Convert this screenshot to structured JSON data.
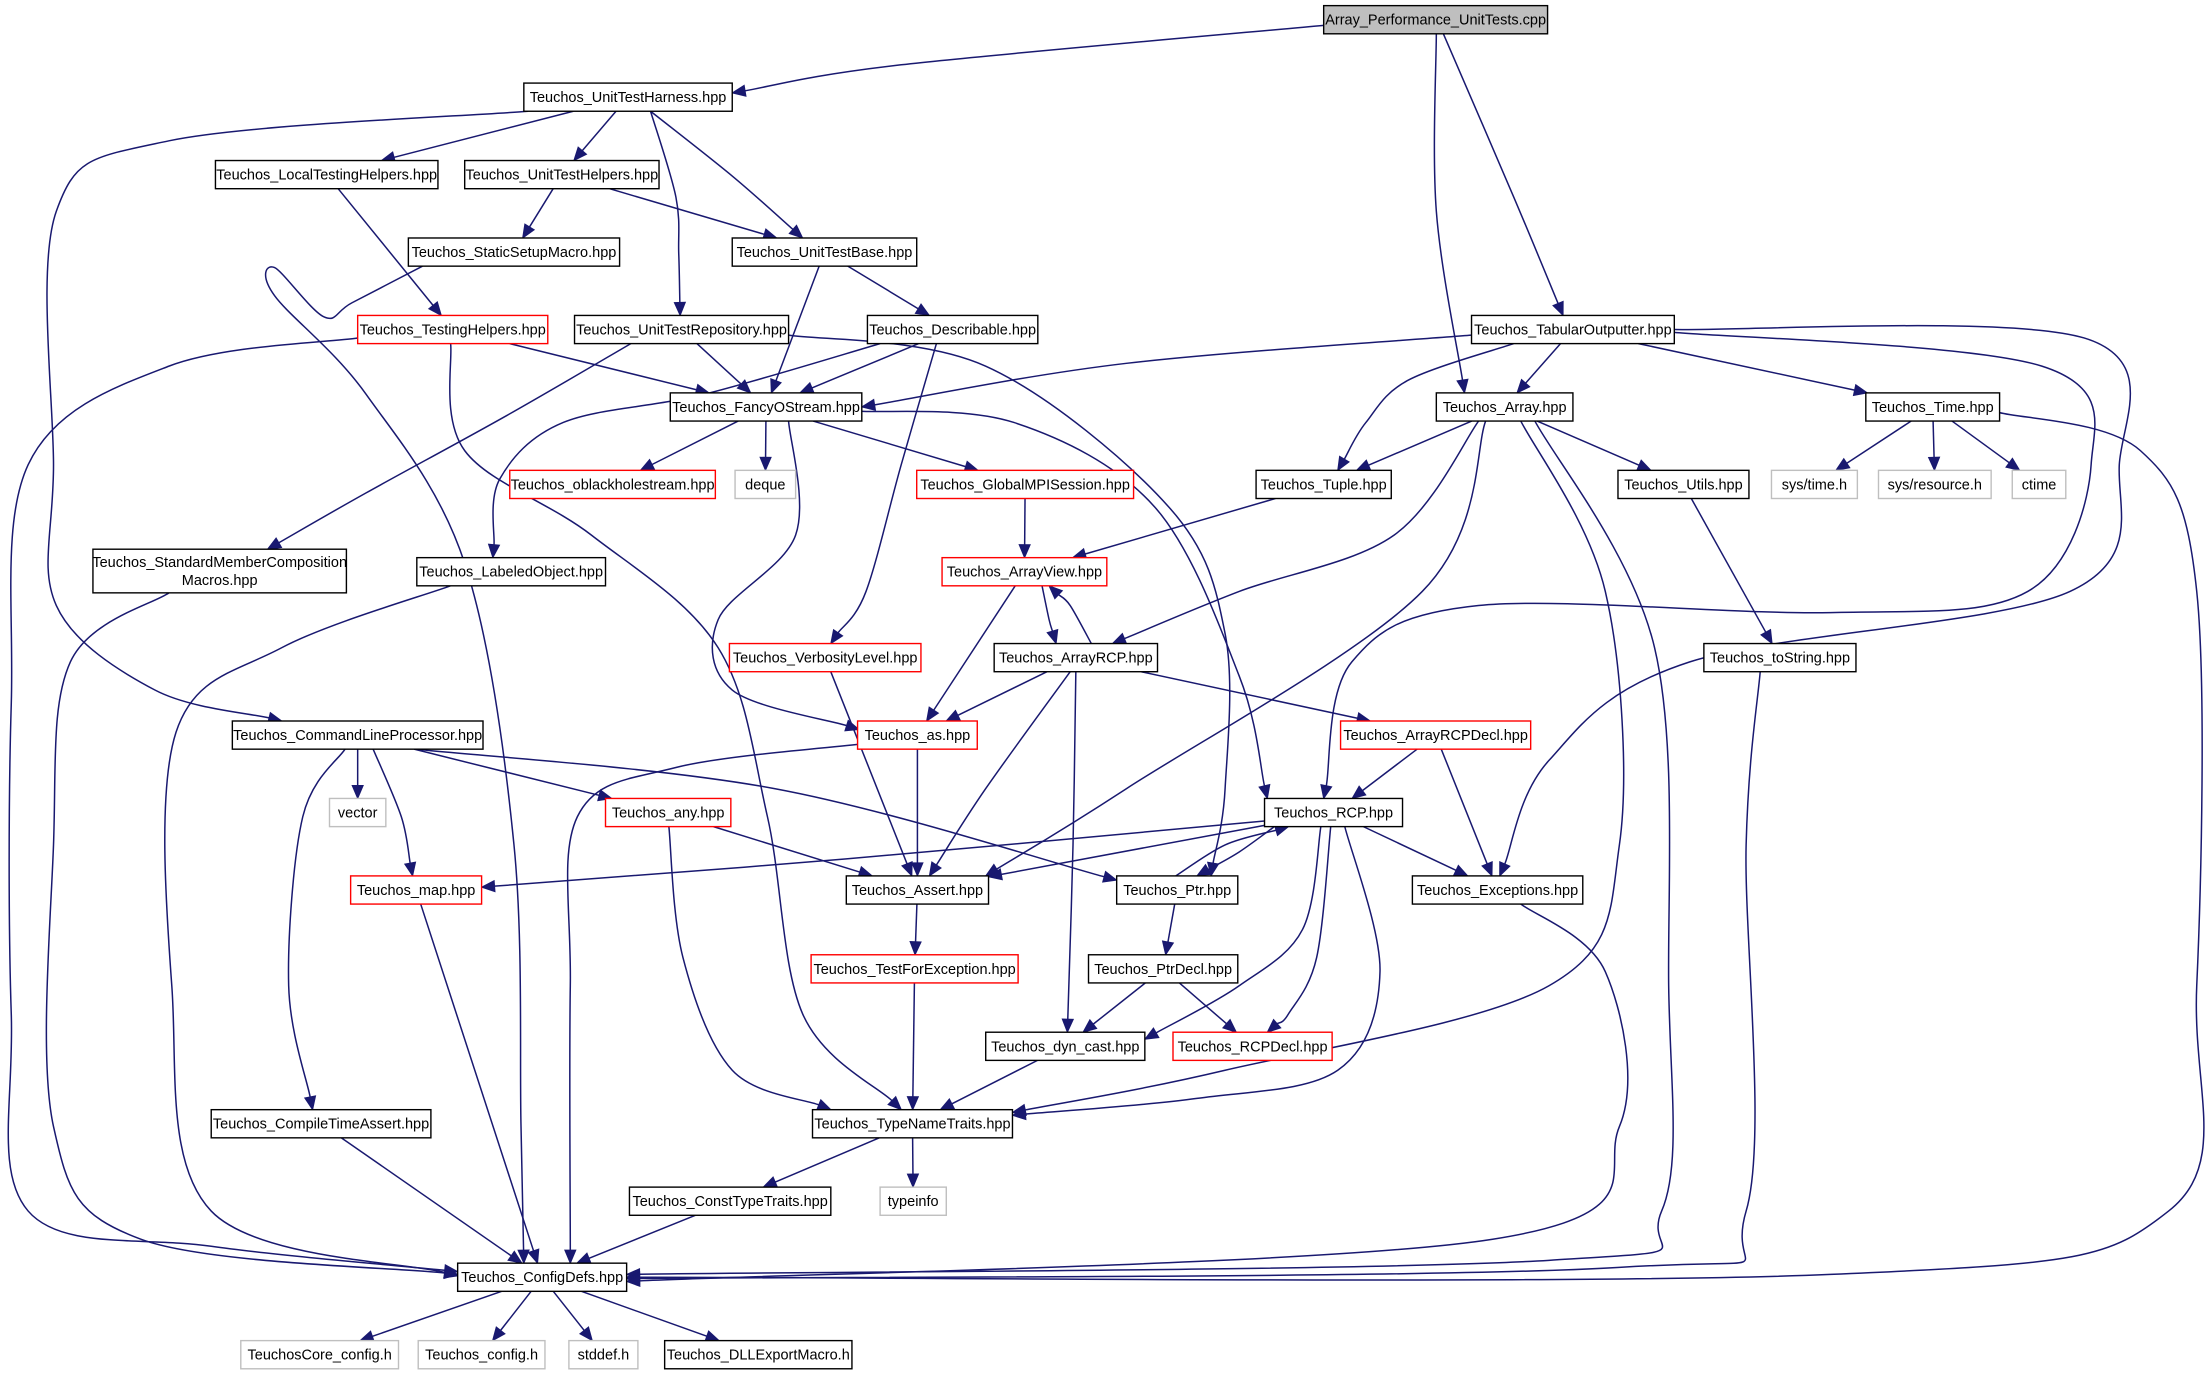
{
  "colors": {
    "edge": "#191970",
    "root_fill": "#bfbfbf",
    "normal_border": "#000000",
    "truncated_border": "#ff0000",
    "external_border": "#bfbfbf",
    "external_text": "#000000",
    "fill": "#ffffff"
  },
  "nodes": [
    {
      "id": "root",
      "label": "Array_Performance_UnitTests.cpp",
      "kind": "root"
    },
    {
      "id": "harness",
      "label": "Teuchos_UnitTestHarness.hpp",
      "kind": "normal"
    },
    {
      "id": "localtest",
      "label": "Teuchos_LocalTestingHelpers.hpp",
      "kind": "normal"
    },
    {
      "id": "uthelpers",
      "label": "Teuchos_UnitTestHelpers.hpp",
      "kind": "normal"
    },
    {
      "id": "staticsetup",
      "label": "Teuchos_StaticSetupMacro.hpp",
      "kind": "normal"
    },
    {
      "id": "utbase",
      "label": "Teuchos_UnitTestBase.hpp",
      "kind": "normal"
    },
    {
      "id": "testinghelpers",
      "label": "Teuchos_TestingHelpers.hpp",
      "kind": "truncated"
    },
    {
      "id": "utrepo",
      "label": "Teuchos_UnitTestRepository.hpp",
      "kind": "normal"
    },
    {
      "id": "describable",
      "label": "Teuchos_Describable.hpp",
      "kind": "normal"
    },
    {
      "id": "tabular",
      "label": "Teuchos_TabularOutputter.hpp",
      "kind": "normal"
    },
    {
      "id": "fancy",
      "label": "Teuchos_FancyOStream.hpp",
      "kind": "normal"
    },
    {
      "id": "array",
      "label": "Teuchos_Array.hpp",
      "kind": "normal"
    },
    {
      "id": "time",
      "label": "Teuchos_Time.hpp",
      "kind": "normal"
    },
    {
      "id": "oblack",
      "label": "Teuchos_oblackholestream.hpp",
      "kind": "truncated"
    },
    {
      "id": "deque",
      "label": "deque",
      "kind": "external"
    },
    {
      "id": "globalmpi",
      "label": "Teuchos_GlobalMPISession.hpp",
      "kind": "truncated"
    },
    {
      "id": "tuple",
      "label": "Teuchos_Tuple.hpp",
      "kind": "normal"
    },
    {
      "id": "utils",
      "label": "Teuchos_Utils.hpp",
      "kind": "normal"
    },
    {
      "id": "systime",
      "label": "sys/time.h",
      "kind": "external"
    },
    {
      "id": "sysres",
      "label": "sys/resource.h",
      "kind": "external"
    },
    {
      "id": "ctime",
      "label": "ctime",
      "kind": "external"
    },
    {
      "id": "stdmember",
      "label": "Teuchos_StandardMemberComposition\nMacros.hpp",
      "kind": "normal"
    },
    {
      "id": "labeled",
      "label": "Teuchos_LabeledObject.hpp",
      "kind": "normal"
    },
    {
      "id": "arrayview",
      "label": "Teuchos_ArrayView.hpp",
      "kind": "truncated"
    },
    {
      "id": "verbosity",
      "label": "Teuchos_VerbosityLevel.hpp",
      "kind": "truncated"
    },
    {
      "id": "arrayrcp",
      "label": "Teuchos_ArrayRCP.hpp",
      "kind": "normal"
    },
    {
      "id": "tostring",
      "label": "Teuchos_toString.hpp",
      "kind": "normal"
    },
    {
      "id": "clp",
      "label": "Teuchos_CommandLineProcessor.hpp",
      "kind": "normal"
    },
    {
      "id": "as",
      "label": "Teuchos_as.hpp",
      "kind": "truncated"
    },
    {
      "id": "arrayrcpdecl",
      "label": "Teuchos_ArrayRCPDecl.hpp",
      "kind": "truncated"
    },
    {
      "id": "vector",
      "label": "vector",
      "kind": "external"
    },
    {
      "id": "any",
      "label": "Teuchos_any.hpp",
      "kind": "truncated"
    },
    {
      "id": "rcp",
      "label": "Teuchos_RCP.hpp",
      "kind": "normal"
    },
    {
      "id": "map",
      "label": "Teuchos_map.hpp",
      "kind": "truncated"
    },
    {
      "id": "assert",
      "label": "Teuchos_Assert.hpp",
      "kind": "normal"
    },
    {
      "id": "ptr",
      "label": "Teuchos_Ptr.hpp",
      "kind": "normal"
    },
    {
      "id": "exceptions",
      "label": "Teuchos_Exceptions.hpp",
      "kind": "normal"
    },
    {
      "id": "testforexc",
      "label": "Teuchos_TestForException.hpp",
      "kind": "truncated"
    },
    {
      "id": "ptrdecl",
      "label": "Teuchos_PtrDecl.hpp",
      "kind": "normal"
    },
    {
      "id": "dyncast",
      "label": "Teuchos_dyn_cast.hpp",
      "kind": "normal"
    },
    {
      "id": "rcpdecl",
      "label": "Teuchos_RCPDecl.hpp",
      "kind": "truncated"
    },
    {
      "id": "compiletime",
      "label": "Teuchos_CompileTimeAssert.hpp",
      "kind": "normal"
    },
    {
      "id": "typename",
      "label": "Teuchos_TypeNameTraits.hpp",
      "kind": "normal"
    },
    {
      "id": "consttype",
      "label": "Teuchos_ConstTypeTraits.hpp",
      "kind": "normal"
    },
    {
      "id": "typeinfo",
      "label": "typeinfo",
      "kind": "external"
    },
    {
      "id": "configdefs",
      "label": "Teuchos_ConfigDefs.hpp",
      "kind": "normal"
    },
    {
      "id": "coreconfig",
      "label": "TeuchosCore_config.h",
      "kind": "external"
    },
    {
      "id": "tconfig",
      "label": "Teuchos_config.h",
      "kind": "external"
    },
    {
      "id": "stddef",
      "label": "stddef.h",
      "kind": "external"
    },
    {
      "id": "dllexport",
      "label": "Teuchos_DLLExportMacro.h",
      "kind": "normal"
    }
  ],
  "edges": [
    [
      "root",
      "harness"
    ],
    [
      "root",
      "array"
    ],
    [
      "root",
      "tabular"
    ],
    [
      "harness",
      "localtest"
    ],
    [
      "harness",
      "uthelpers"
    ],
    [
      "harness",
      "utbase"
    ],
    [
      "harness",
      "utrepo"
    ],
    [
      "harness",
      "clp"
    ],
    [
      "localtest",
      "testinghelpers"
    ],
    [
      "uthelpers",
      "staticsetup"
    ],
    [
      "uthelpers",
      "utbase"
    ],
    [
      "staticsetup",
      "configdefs"
    ],
    [
      "utbase",
      "fancy"
    ],
    [
      "utbase",
      "describable"
    ],
    [
      "testinghelpers",
      "fancy"
    ],
    [
      "testinghelpers",
      "typename"
    ],
    [
      "testinghelpers",
      "configdefs"
    ],
    [
      "utrepo",
      "fancy"
    ],
    [
      "utrepo",
      "stdmember"
    ],
    [
      "utrepo",
      "rcp"
    ],
    [
      "describable",
      "fancy"
    ],
    [
      "describable",
      "labeled"
    ],
    [
      "describable",
      "verbosity"
    ],
    [
      "tabular",
      "fancy"
    ],
    [
      "tabular",
      "array"
    ],
    [
      "tabular",
      "time"
    ],
    [
      "tabular",
      "tuple"
    ],
    [
      "tabular",
      "rcp"
    ],
    [
      "tabular",
      "exceptions"
    ],
    [
      "fancy",
      "oblack"
    ],
    [
      "fancy",
      "deque"
    ],
    [
      "fancy",
      "globalmpi"
    ],
    [
      "fancy",
      "as"
    ],
    [
      "fancy",
      "ptr"
    ],
    [
      "array",
      "tuple"
    ],
    [
      "array",
      "utils"
    ],
    [
      "array",
      "arrayrcp"
    ],
    [
      "array",
      "assert"
    ],
    [
      "array",
      "typename"
    ],
    [
      "array",
      "configdefs"
    ],
    [
      "time",
      "systime"
    ],
    [
      "time",
      "sysres"
    ],
    [
      "time",
      "ctime"
    ],
    [
      "time",
      "configdefs"
    ],
    [
      "globalmpi",
      "arrayview"
    ],
    [
      "tuple",
      "arrayview"
    ],
    [
      "utils",
      "tostring"
    ],
    [
      "stdmember",
      "configdefs"
    ],
    [
      "labeled",
      "configdefs"
    ],
    [
      "arrayview",
      "arrayrcp"
    ],
    [
      "arrayview",
      "as"
    ],
    [
      "verbosity",
      "assert"
    ],
    [
      "arrayrcp",
      "arrayview"
    ],
    [
      "arrayrcp",
      "as"
    ],
    [
      "arrayrcp",
      "assert"
    ],
    [
      "arrayrcp",
      "arrayrcpdecl"
    ],
    [
      "arrayrcp",
      "dyncast"
    ],
    [
      "tostring",
      "configdefs"
    ],
    [
      "clp",
      "vector"
    ],
    [
      "clp",
      "map"
    ],
    [
      "clp",
      "any"
    ],
    [
      "clp",
      "ptr"
    ],
    [
      "clp",
      "compiletime"
    ],
    [
      "as",
      "assert"
    ],
    [
      "as",
      "configdefs"
    ],
    [
      "arrayrcpdecl",
      "rcp"
    ],
    [
      "arrayrcpdecl",
      "exceptions"
    ],
    [
      "any",
      "assert"
    ],
    [
      "any",
      "typename"
    ],
    [
      "rcp",
      "map"
    ],
    [
      "rcp",
      "assert"
    ],
    [
      "rcp",
      "ptr"
    ],
    [
      "rcp",
      "exceptions"
    ],
    [
      "rcp",
      "dyncast"
    ],
    [
      "rcp",
      "rcpdecl"
    ],
    [
      "rcp",
      "typename"
    ],
    [
      "map",
      "configdefs"
    ],
    [
      "assert",
      "testforexc"
    ],
    [
      "ptr",
      "rcp"
    ],
    [
      "ptr",
      "ptrdecl"
    ],
    [
      "exceptions",
      "configdefs"
    ],
    [
      "testforexc",
      "typename"
    ],
    [
      "ptrdecl",
      "dyncast"
    ],
    [
      "ptrdecl",
      "rcpdecl"
    ],
    [
      "dyncast",
      "typename"
    ],
    [
      "compiletime",
      "configdefs"
    ],
    [
      "typename",
      "consttype"
    ],
    [
      "typename",
      "typeinfo"
    ],
    [
      "consttype",
      "configdefs"
    ],
    [
      "configdefs",
      "coreconfig"
    ],
    [
      "configdefs",
      "tconfig"
    ],
    [
      "configdefs",
      "stddef"
    ],
    [
      "configdefs",
      "dllexport"
    ]
  ]
}
